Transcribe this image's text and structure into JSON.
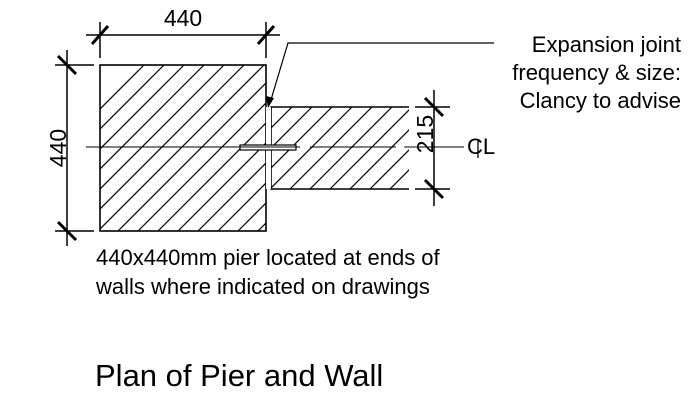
{
  "drawing": {
    "title": "Plan of Pier and Wall",
    "dimensions": {
      "pier_width": "440",
      "pier_height": "440",
      "wall_thickness": "215"
    },
    "note_lines": [
      "Expansion joint",
      "frequency & size:",
      "Clancy to advise"
    ],
    "caption_lines": [
      "440x440mm pier located at ends of",
      "walls where indicated on drawings"
    ],
    "centreline_symbol": "CL"
  }
}
